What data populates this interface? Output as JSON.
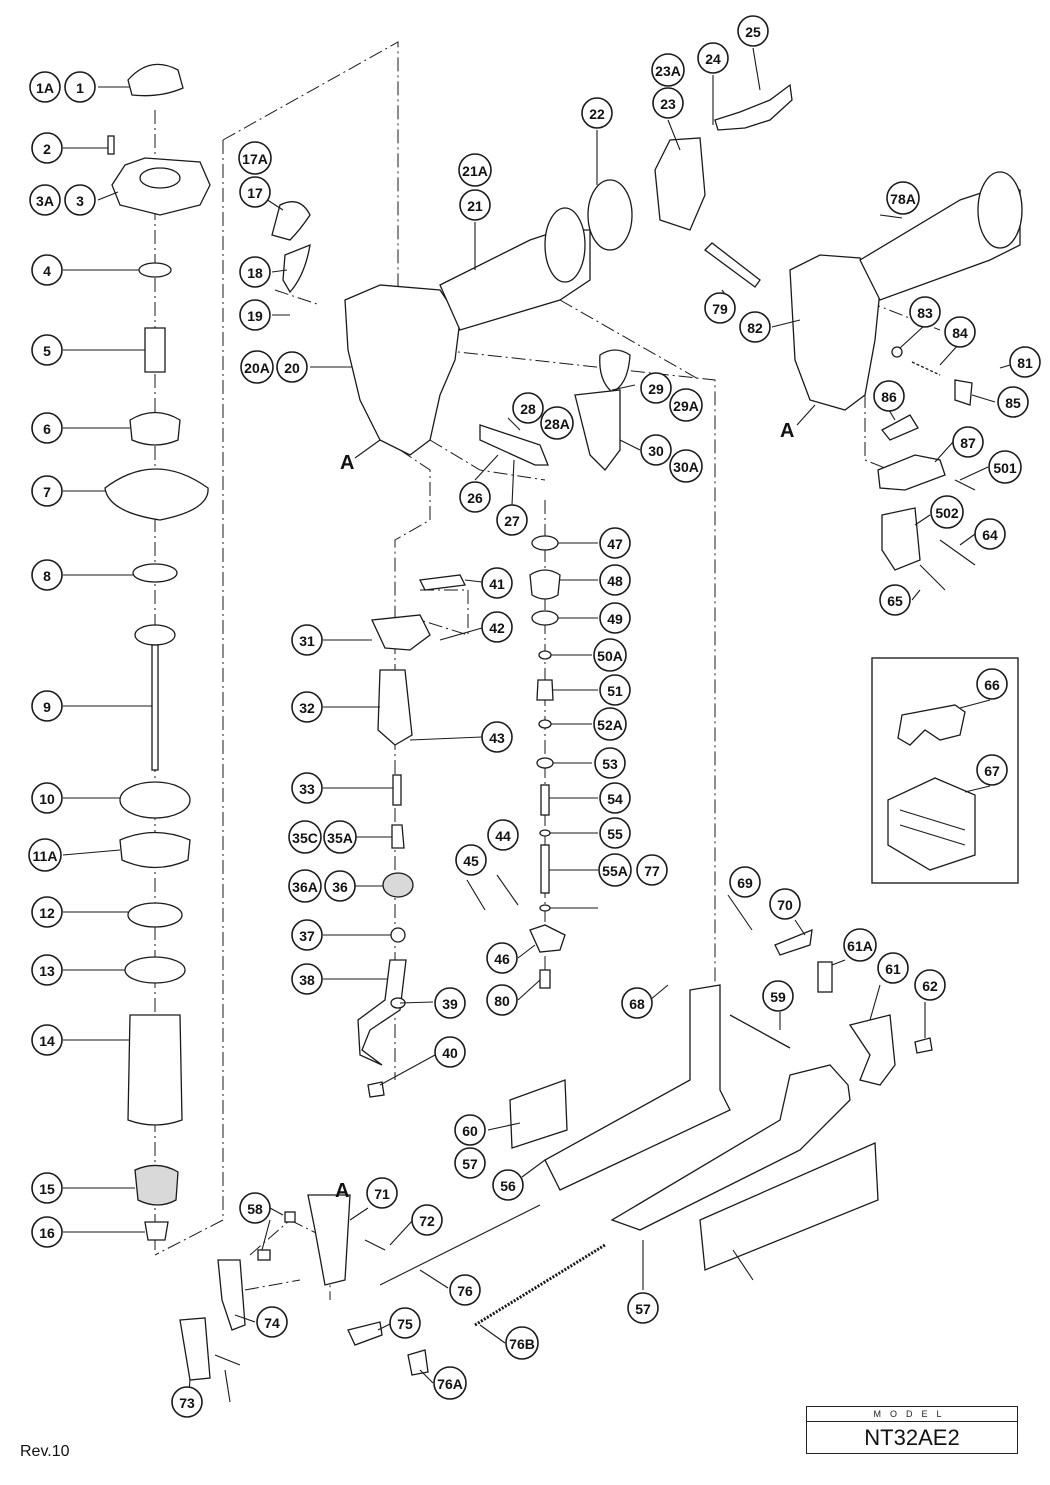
{
  "model": {
    "label": "MODEL",
    "name": "NT32AE2"
  },
  "revision": "Rev.10",
  "section_letter": "A",
  "callouts": [
    "1A",
    "1",
    "2",
    "3A",
    "3",
    "4",
    "5",
    "6",
    "7",
    "8",
    "9",
    "10",
    "11A",
    "12",
    "13",
    "14",
    "15",
    "16",
    "17A",
    "17",
    "18",
    "19",
    "20A",
    "20",
    "21A",
    "21",
    "22",
    "23A",
    "23",
    "24",
    "25",
    "26",
    "27",
    "28",
    "28A",
    "29",
    "29A",
    "30",
    "30A",
    "31",
    "32",
    "33",
    "35C",
    "35A",
    "36A",
    "36",
    "37",
    "38",
    "39",
    "40",
    "41",
    "42",
    "43",
    "44",
    "45",
    "46",
    "47",
    "48",
    "49",
    "50A",
    "51",
    "52A",
    "53",
    "54",
    "55",
    "55A",
    "77",
    "80",
    "78A",
    "79",
    "82",
    "83",
    "84",
    "81",
    "85",
    "86",
    "87",
    "501",
    "502",
    "64",
    "65",
    "66",
    "67",
    "68",
    "69",
    "70",
    "61A",
    "61",
    "62",
    "59",
    "60",
    "57",
    "56",
    "58",
    "71",
    "72",
    "73",
    "74",
    "75",
    "76",
    "76A",
    "76B"
  ]
}
